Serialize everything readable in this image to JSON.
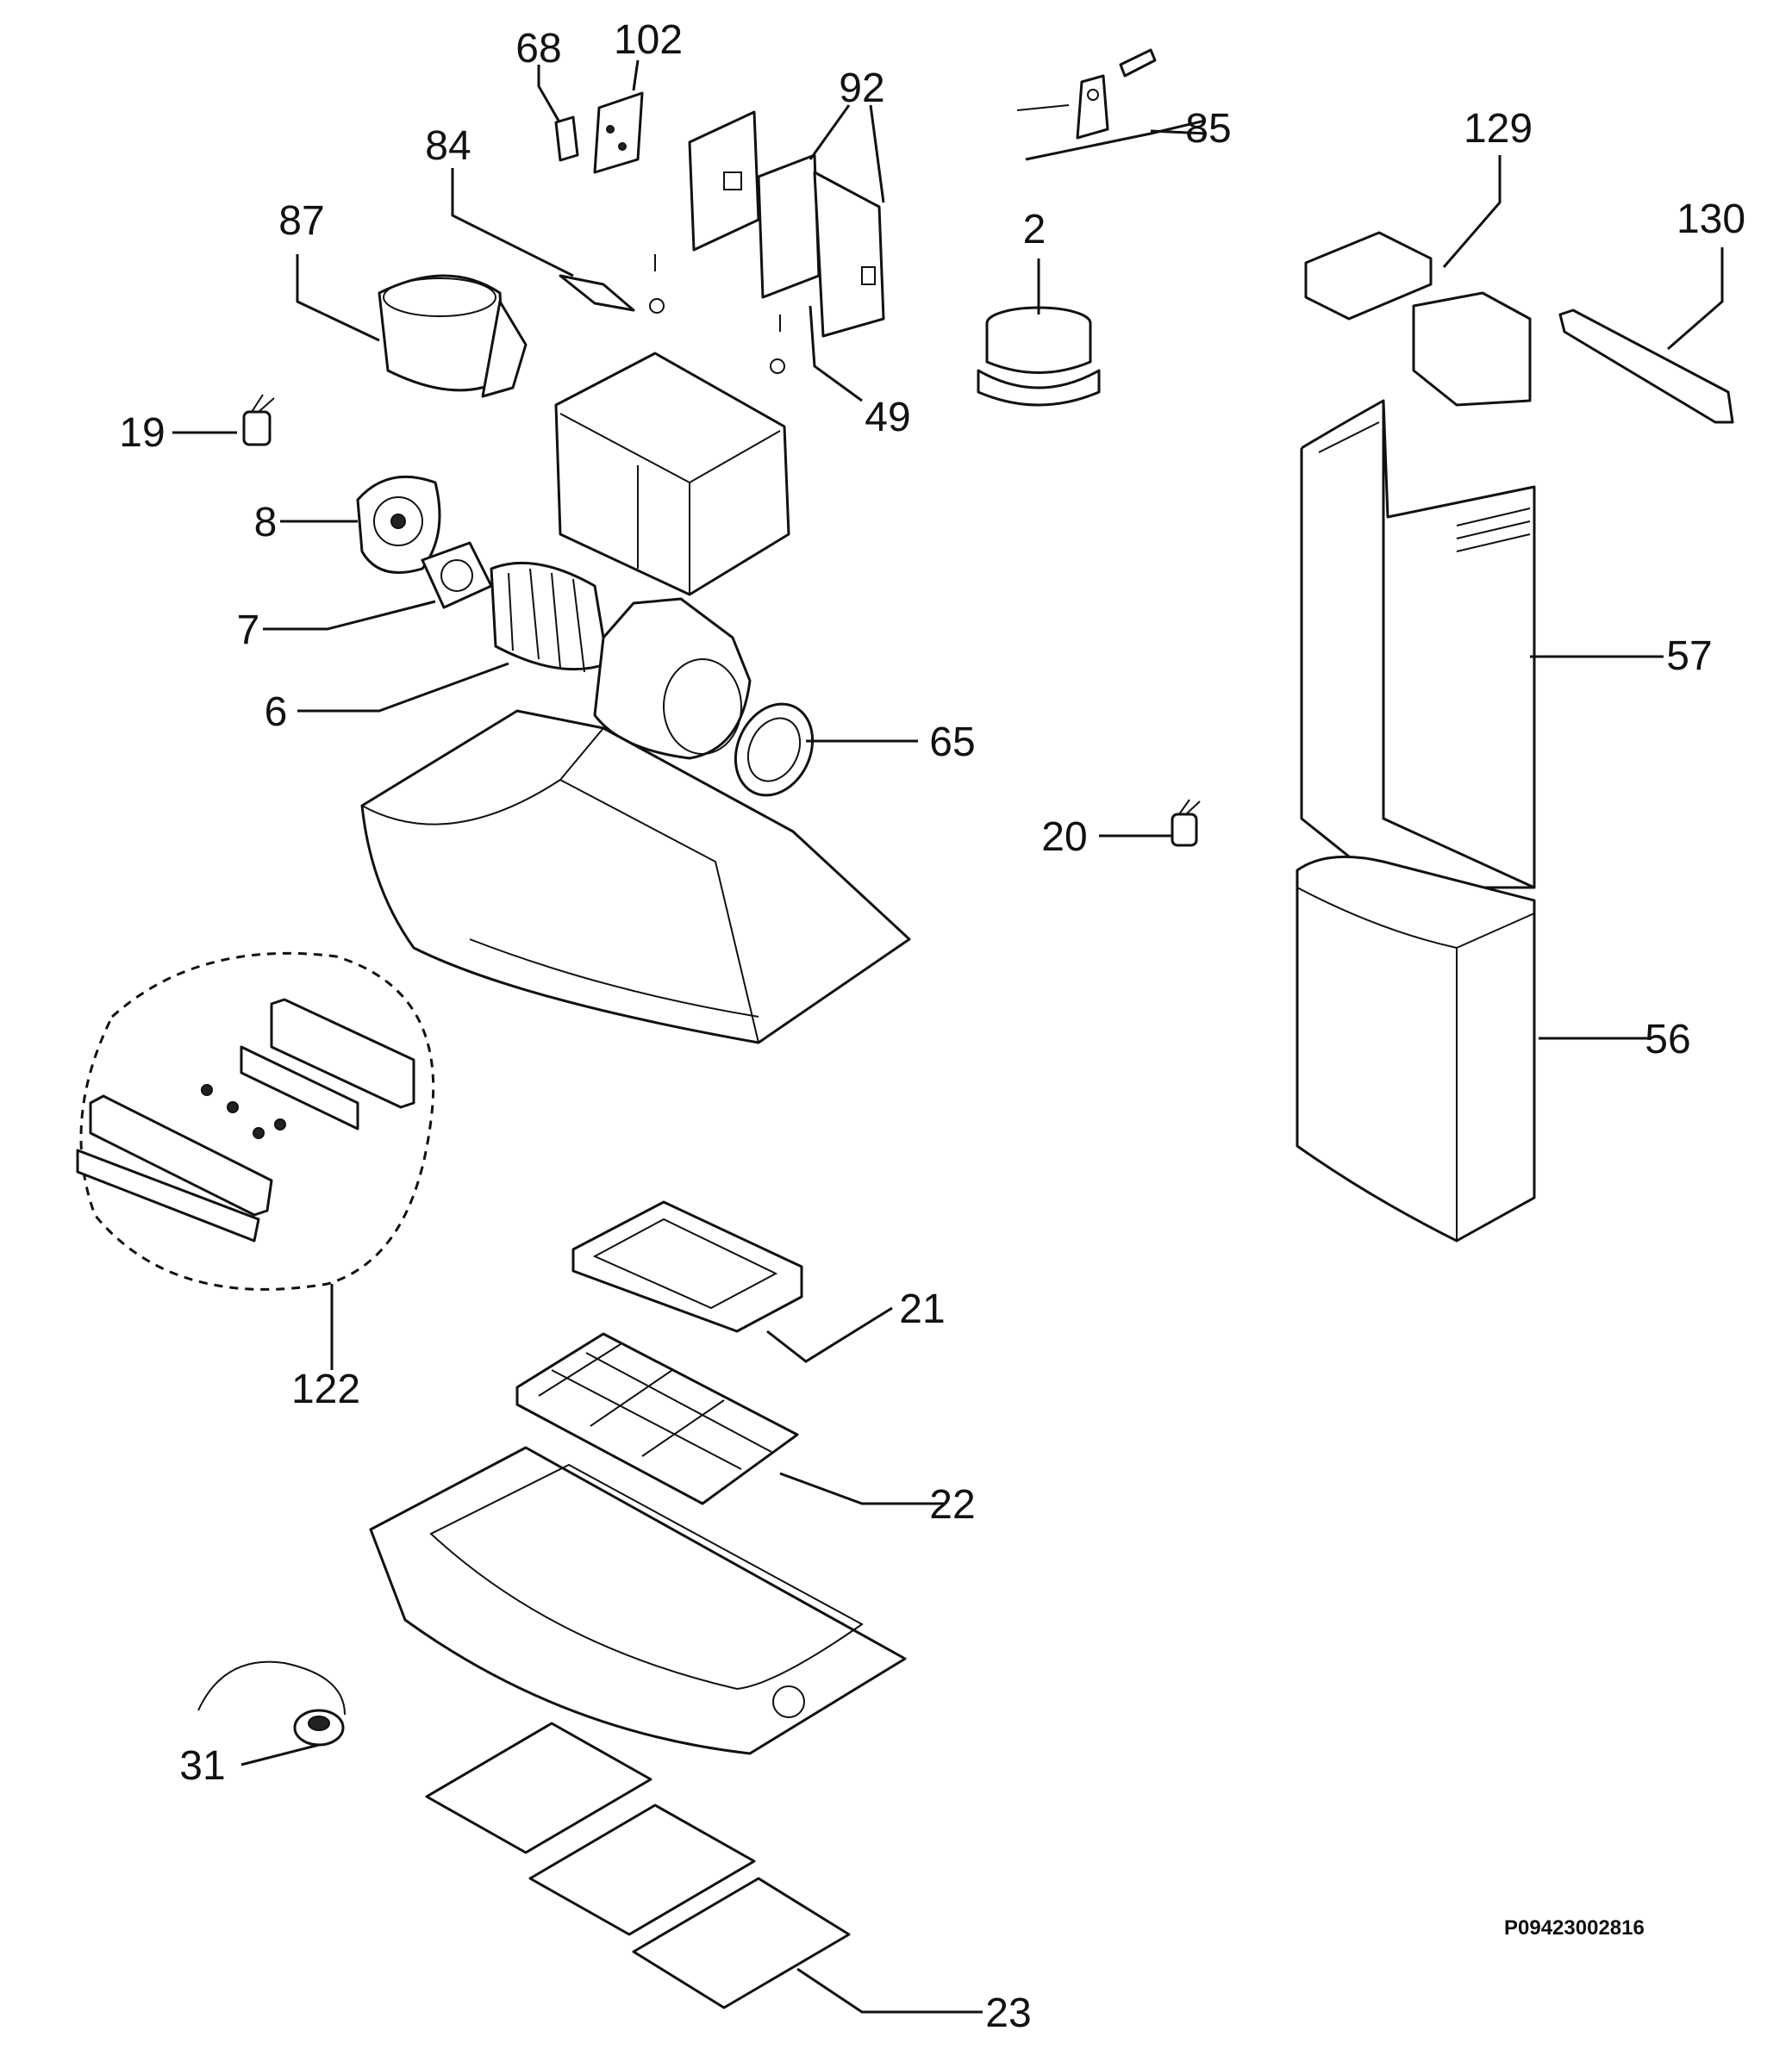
{
  "diagram": {
    "reference_code": "P09423002816",
    "callouts": [
      {
        "id": "68",
        "label": "68"
      },
      {
        "id": "102",
        "label": "102"
      },
      {
        "id": "92",
        "label": "92"
      },
      {
        "id": "85",
        "label": "85"
      },
      {
        "id": "84",
        "label": "84"
      },
      {
        "id": "129",
        "label": "129"
      },
      {
        "id": "130",
        "label": "130"
      },
      {
        "id": "87",
        "label": "87"
      },
      {
        "id": "2",
        "label": "2"
      },
      {
        "id": "49",
        "label": "49"
      },
      {
        "id": "19",
        "label": "19"
      },
      {
        "id": "8",
        "label": "8"
      },
      {
        "id": "7",
        "label": "7"
      },
      {
        "id": "6",
        "label": "6"
      },
      {
        "id": "65",
        "label": "65"
      },
      {
        "id": "57",
        "label": "57"
      },
      {
        "id": "20",
        "label": "20"
      },
      {
        "id": "56",
        "label": "56"
      },
      {
        "id": "122",
        "label": "122"
      },
      {
        "id": "21",
        "label": "21"
      },
      {
        "id": "22",
        "label": "22"
      },
      {
        "id": "31",
        "label": "31"
      },
      {
        "id": "23",
        "label": "23"
      }
    ]
  }
}
